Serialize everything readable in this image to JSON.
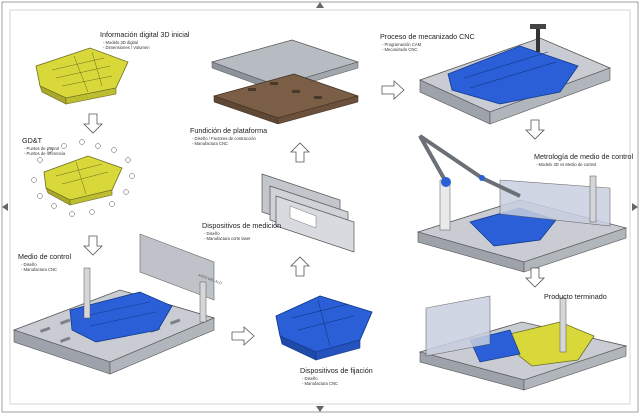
{
  "steps": [
    {
      "title": "Información digital 3D inicial",
      "items": [
        "- Modelo 3D digital",
        "- Dimensiones / Volumen"
      ]
    },
    {
      "title": "GD&T",
      "items": [
        "- Puntos de control",
        "- Puntos de referencia"
      ]
    },
    {
      "title": "Medio de control",
      "items": [
        "- Diseño",
        "- Manufactura CNC"
      ]
    },
    {
      "title": "Fundición de plataforma",
      "items": [
        "- Diseño / Factores de contracción",
        "- Manufactura CNC"
      ]
    },
    {
      "title": "Dispositivos de medición",
      "items": [
        "- Diseño",
        "- Manufactura corte laser"
      ]
    },
    {
      "title": "Dispositivos de fijación",
      "items": [
        "- Diseño",
        "- Manufactura CNC"
      ]
    },
    {
      "title": "Proceso de mecanizado CNC",
      "items": [
        "- Programación CAM",
        "- Mecanizado CNC"
      ]
    },
    {
      "title": "Metrología de medio de control",
      "items": [
        "- Modelo 3D vs Medio de control"
      ]
    },
    {
      "title": "Producto terminado",
      "items": []
    }
  ],
  "panel_labels": {
    "gauge_label": "ASTO DEL ALO"
  },
  "colors": {
    "yellow_part": "#d8d83a",
    "blue_fixture": "#2a5fd8",
    "steel": "#c9ccd2",
    "wood": "#7a5e45"
  }
}
